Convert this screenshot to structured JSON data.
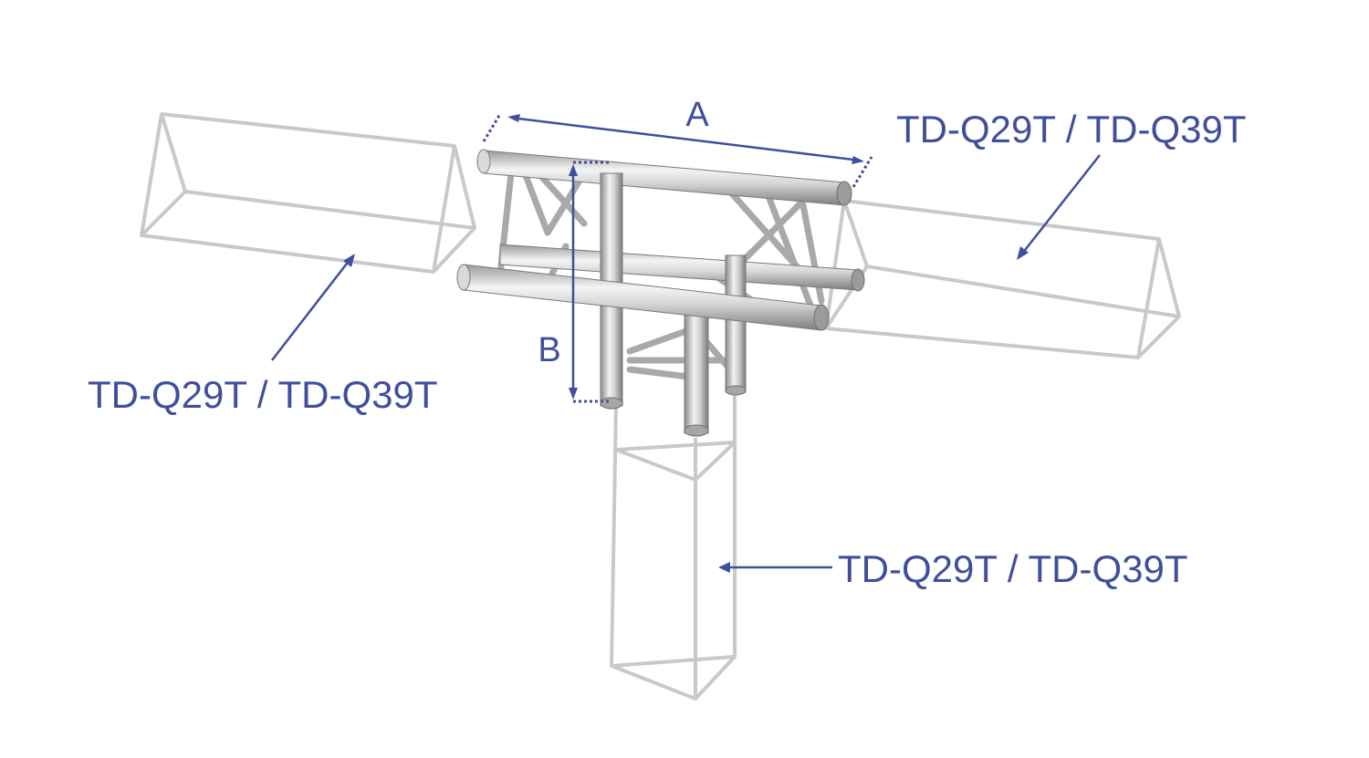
{
  "dimensions": {
    "a_label": "A",
    "b_label": "B"
  },
  "callouts": {
    "top_right": "TD-Q29T / TD-Q39T",
    "left": "TD-Q29T / TD-Q39T",
    "bottom": "TD-Q29T / TD-Q39T"
  },
  "colors": {
    "annotation": "#3f4f9c",
    "ghost_truss": "#c9c9c9",
    "metal_light": "#f2f2f2",
    "metal_dark": "#8c8c8c"
  }
}
